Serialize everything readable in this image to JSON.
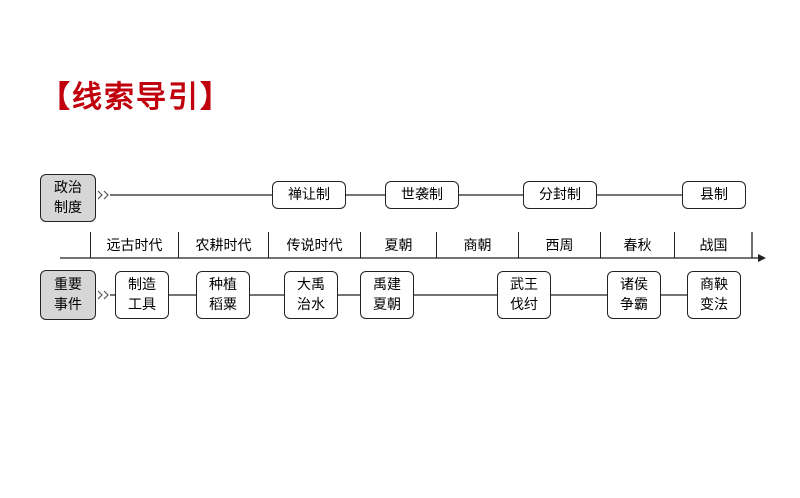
{
  "title": "【线索导引】",
  "political": {
    "category": "政治\n制度",
    "items": [
      "禅让制",
      "世袭制",
      "分封制",
      "县制"
    ]
  },
  "periods": [
    "远古时代",
    "农耕时代",
    "传说时代",
    "夏朝",
    "商朝",
    "西周",
    "春秋",
    "战国"
  ],
  "events": {
    "category": "重要\n事件",
    "items": [
      "制造\n工具",
      "种植\n稻粟",
      "大禹\n治水",
      "禹建\n夏朝",
      "武王\n伐纣",
      "诸侯\n争霸",
      "商鞅\n变法"
    ]
  },
  "colors": {
    "title": "#c0000c",
    "category_fill": "#d6d6d6"
  }
}
